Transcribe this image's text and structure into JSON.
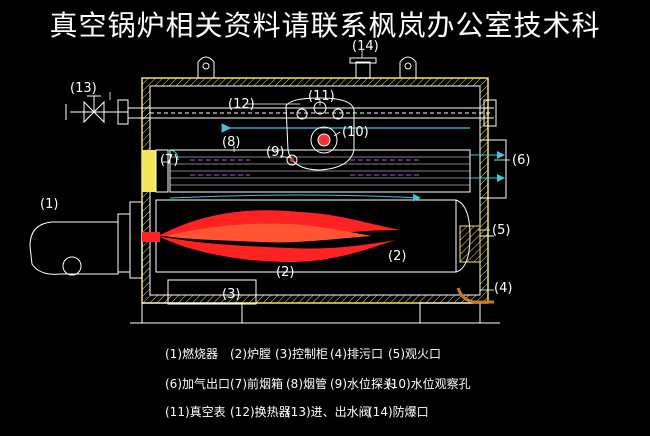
{
  "title": "真空锅炉相关资料请联系枫岚办公室技术科",
  "callouts": {
    "c1": "(1)",
    "c2a": "(2)",
    "c2b": "(2)",
    "c3": "(3)",
    "c4": "(4)",
    "c5": "(5)",
    "c6": "(6)",
    "c7": "(7)",
    "c8": "(8)",
    "c9": "(9)",
    "c10": "(10)",
    "c11": "(11)",
    "c12": "(12)",
    "c13": "(13)",
    "c14": "(14)"
  },
  "legend": [
    [
      "(1)燃烧器",
      "(2)炉膛",
      "(3)控制柜",
      "(4)排污口",
      "(5)观火口"
    ],
    [
      "(6)加气出口",
      "(7)前烟箱",
      "(8)烟管",
      "(9)水位探头",
      "(10)水位观察孔"
    ],
    [
      "(11)真空表",
      "(12)换热器",
      "(13)进、出水阀",
      "(14)防爆口"
    ]
  ],
  "colors": {
    "wall": "#f2e65a",
    "line": "#ffffff",
    "flame": "#ff2222",
    "flow": "#3cc8d8",
    "smoke": "#c050e0",
    "pipe": "#c8781e"
  }
}
